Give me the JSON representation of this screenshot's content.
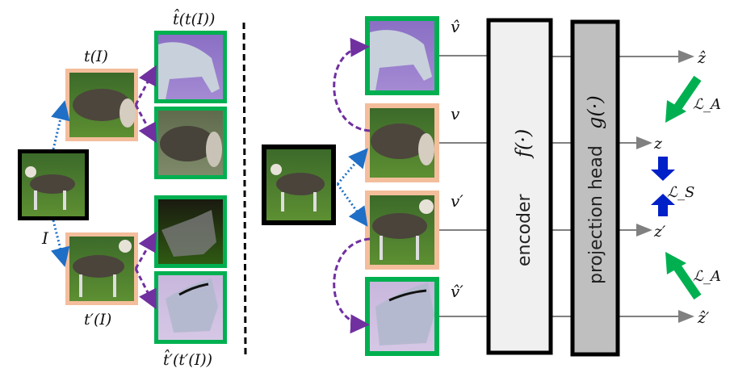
{
  "left_panel": {
    "original_label": "I",
    "view1_label": "t(I)",
    "view2_label": "t′(I)",
    "aug1_label": "t̂(t(I))",
    "aug2_label": "t̂′(t′(I))"
  },
  "right_panel": {
    "v_hat_label": "v̂",
    "v_label": "v",
    "v_prime_label": "v′",
    "v_prime_hat_label": "v̂′",
    "encoder_label": "encoder",
    "encoder_fn": "f(·)",
    "projection_label": "projection head",
    "projection_fn": "g(·)",
    "z_hat_label": "ẑ",
    "z_label": "z",
    "z_prime_label": "z′",
    "z_prime_hat_label": "ẑ′",
    "loss_a_label": "ℒ_A",
    "loss_s_label": "ℒ_S"
  },
  "colors": {
    "original_border": "#000000",
    "view_border": "#F4BE9C",
    "aug_border": "#00B050",
    "blue_arrow": "#1F6FC6",
    "purple_arrow": "#7030A0",
    "green_loss_arrow": "#00B050",
    "blue_loss_arrow": "#0020C8",
    "encoder_fill": "#F0F0F0",
    "projection_fill": "#BFBFBF",
    "line_gray": "#808080"
  }
}
